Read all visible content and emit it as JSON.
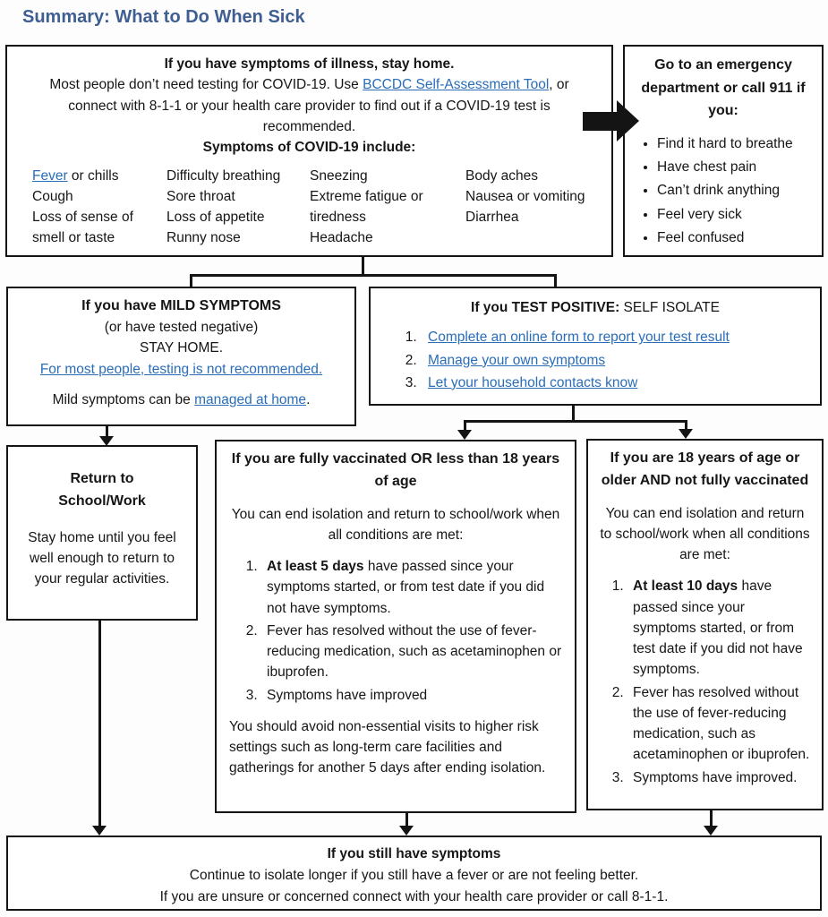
{
  "colors": {
    "title": "#3f5e91",
    "link": "#2a6db8",
    "line": "#141414"
  },
  "title": "Summary: What to Do When Sick",
  "top_box": {
    "heading": "If you have symptoms of illness, stay home.",
    "intro_segments": [
      {
        "text": "Most people don’t need testing for COVID-19. Use "
      },
      {
        "text": "BCCDC Self-Assessment Tool",
        "link": true,
        "name": "bccdc-self-assessment-link"
      },
      {
        "text": ", or connect with 8-1-1 or your health care provider to find out if a COVID-19 test is recommended."
      }
    ],
    "symptoms_heading": "Symptoms of COVID-19 include:",
    "symptom_columns": [
      [
        [
          {
            "text": "Fever",
            "link": true,
            "name": "fever-link"
          },
          {
            "text": " or chills"
          }
        ],
        [
          {
            "text": "Cough"
          }
        ],
        [
          {
            "text": "Loss of sense of smell or taste"
          }
        ]
      ],
      [
        [
          {
            "text": "Difficulty breathing"
          }
        ],
        [
          {
            "text": "Sore throat"
          }
        ],
        [
          {
            "text": "Loss of appetite"
          }
        ],
        [
          {
            "text": "Runny nose"
          }
        ]
      ],
      [
        [
          {
            "text": "Sneezing"
          }
        ],
        [
          {
            "text": "Extreme fatigue or tiredness"
          }
        ],
        [
          {
            "text": "Headache"
          }
        ]
      ],
      [
        [
          {
            "text": "Body aches"
          }
        ],
        [
          {
            "text": "Nausea or vomiting"
          }
        ],
        [
          {
            "text": "Diarrhea"
          }
        ]
      ]
    ]
  },
  "emergency_box": {
    "heading": "Go to an emergency department or call 911 if you:",
    "bullets": [
      "Find it hard to breathe",
      "Have chest pain",
      "Can’t drink anything",
      "Feel very sick",
      "Feel confused"
    ]
  },
  "mild_box": {
    "line1": "If you have MILD SYMPTOMS",
    "line2": "(or have tested negative)",
    "line3": "STAY HOME.",
    "testing_link": "For most people, testing is not recommended.",
    "managed_segments": [
      {
        "text": "Mild symptoms can be "
      },
      {
        "text": "managed at home",
        "link": true,
        "name": "managed-at-home-link"
      },
      {
        "text": "."
      }
    ]
  },
  "test_positive_box": {
    "heading_bold": "If you TEST POSITIVE:",
    "heading_normal": " SELF ISOLATE",
    "steps": [
      "Complete an online form to report your test result",
      "Manage your own symptoms",
      "Let your household contacts know"
    ]
  },
  "return_box": {
    "heading_line1": "Return to",
    "heading_line2": "School/Work",
    "body": "Stay home until you feel well enough to return to your regular activities."
  },
  "vaccinated_box": {
    "heading": "If you are fully vaccinated OR less than 18 years of age",
    "intro": "You can end isolation and return to school/work when all conditions are met:",
    "conditions": [
      {
        "bold": "At least 5 days",
        "text": " have passed since your symptoms started, or from test date if you did not have symptoms."
      },
      {
        "text": "Fever has resolved without the use of fever-reducing medication, such as acetaminophen or ibuprofen."
      },
      {
        "text": "Symptoms have improved"
      }
    ],
    "footer": "You should avoid non-essential visits to higher risk settings such as long-term care facilities and gatherings for another 5 days after ending isolation."
  },
  "unvaccinated_box": {
    "heading": "If you are 18 years of age or older AND not fully vaccinated",
    "intro": "You can end isolation and return to school/work when all conditions are met:",
    "conditions": [
      {
        "bold": "At least 10 days",
        "text": " have passed since your symptoms started, or from test date if you did not have symptoms."
      },
      {
        "text": "Fever has resolved without the use of fever-reducing medication, such as acetaminophen or ibuprofen."
      },
      {
        "text": "Symptoms have improved."
      }
    ]
  },
  "bottom_box": {
    "heading": "If you still have symptoms",
    "line1": "Continue to isolate longer if you still have a fever or are not feeling better.",
    "line2": "If you are unsure or concerned connect with your health care provider or call 8-1-1."
  }
}
